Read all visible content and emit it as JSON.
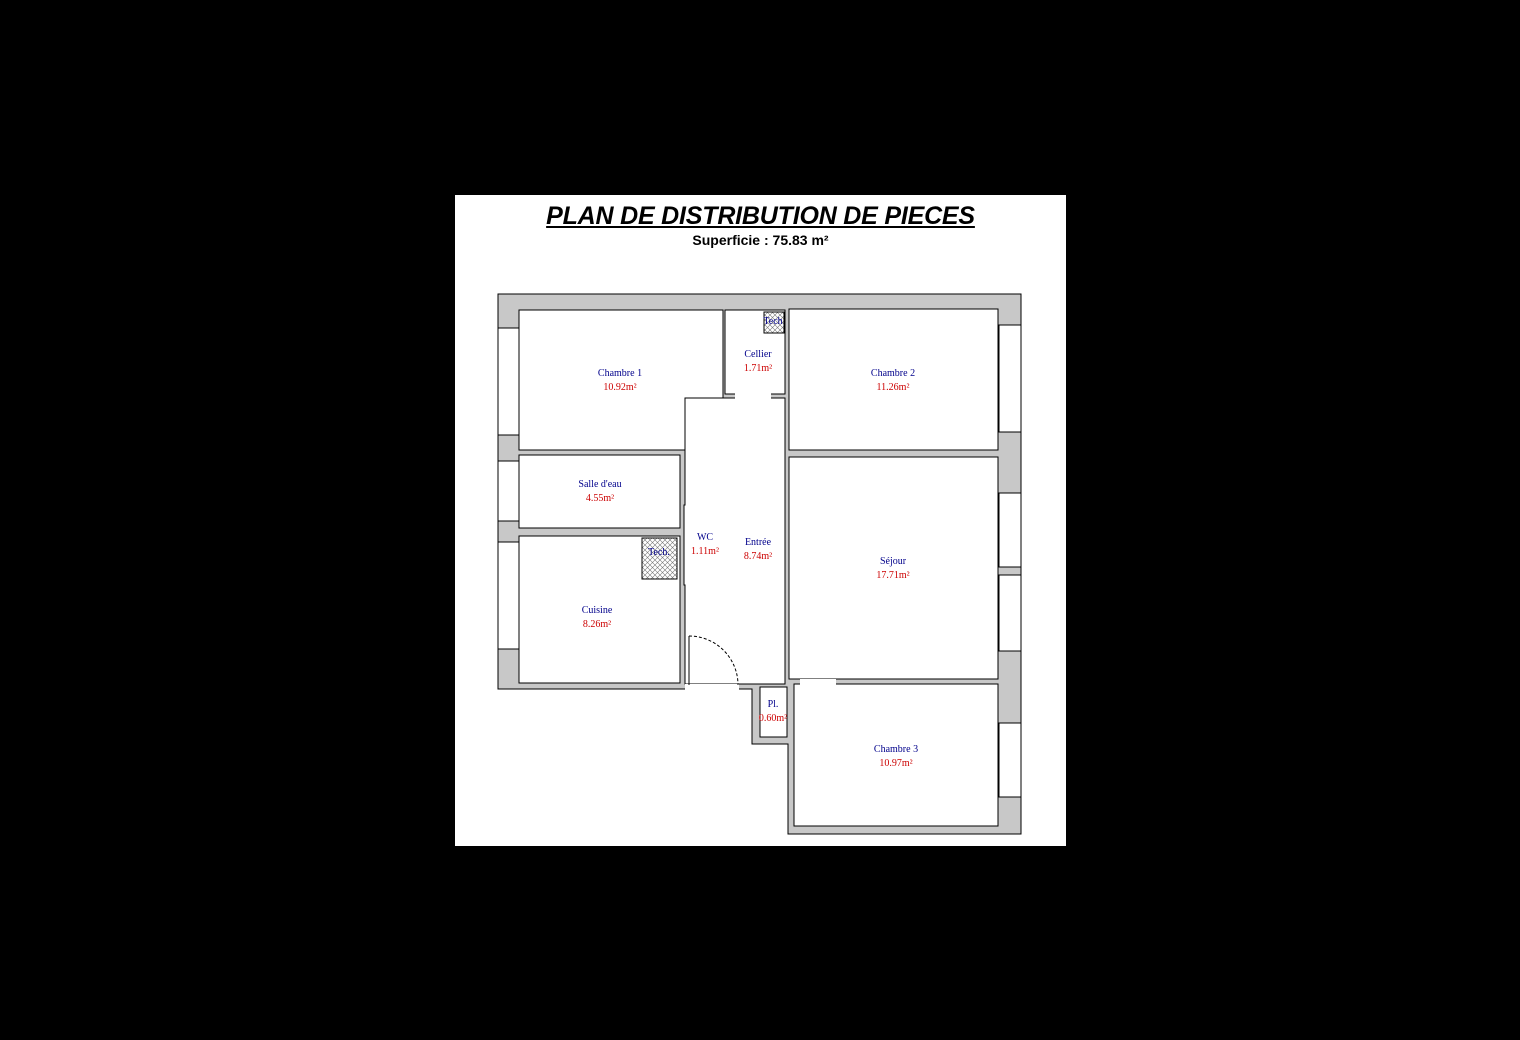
{
  "plan": {
    "title": "PLAN DE DISTRIBUTION DE PIECES",
    "subtitle": "Superficie : 75.83 m²"
  },
  "colors": {
    "page_background": "#000000",
    "sheet": "#ffffff",
    "wall": "#c8c8c8",
    "room_name": "#00008b",
    "room_area": "#cc0000"
  },
  "rooms": [
    {
      "id": "chambre-1",
      "name": "Chambre 1",
      "area": "10.92m²"
    },
    {
      "id": "cellier",
      "name": "Cellier",
      "area": "1.71m²"
    },
    {
      "id": "tech-top",
      "name": "Tech",
      "area": ""
    },
    {
      "id": "chambre-2",
      "name": "Chambre 2",
      "area": "11.26m²"
    },
    {
      "id": "salle-deau",
      "name": "Salle d'eau",
      "area": "4.55m²"
    },
    {
      "id": "wc",
      "name": "WC",
      "area": "1.11m²"
    },
    {
      "id": "tech-left",
      "name": "Tech.",
      "area": ""
    },
    {
      "id": "entree",
      "name": "Entrée",
      "area": "8.74m²"
    },
    {
      "id": "sejour",
      "name": "Séjour",
      "area": "17.71m²"
    },
    {
      "id": "cuisine",
      "name": "Cuisine",
      "area": "8.26m²"
    },
    {
      "id": "placard",
      "name": "Pl.",
      "area": "0.60m²"
    },
    {
      "id": "chambre-3",
      "name": "Chambre 3",
      "area": "10.97m²"
    }
  ]
}
